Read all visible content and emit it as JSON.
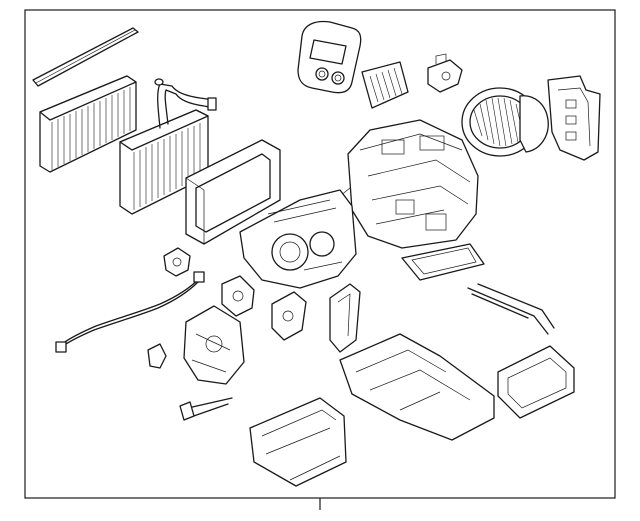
{
  "diagram": {
    "parts": [
      "cabin-air-filter-strip",
      "cabin-air-filter",
      "evaporator-core",
      "heater-core",
      "hvac-control-panel",
      "resistor",
      "actuator",
      "blower-motor",
      "bracket",
      "hvac-case-assembly",
      "duct-filter",
      "heater-tubes",
      "blower-housing",
      "temperature-sensor",
      "wiring-harness",
      "mode-actuator",
      "blend-door-actuator",
      "bracket-small",
      "clip",
      "lower-case",
      "lower-housing",
      "drain-tube"
    ]
  }
}
